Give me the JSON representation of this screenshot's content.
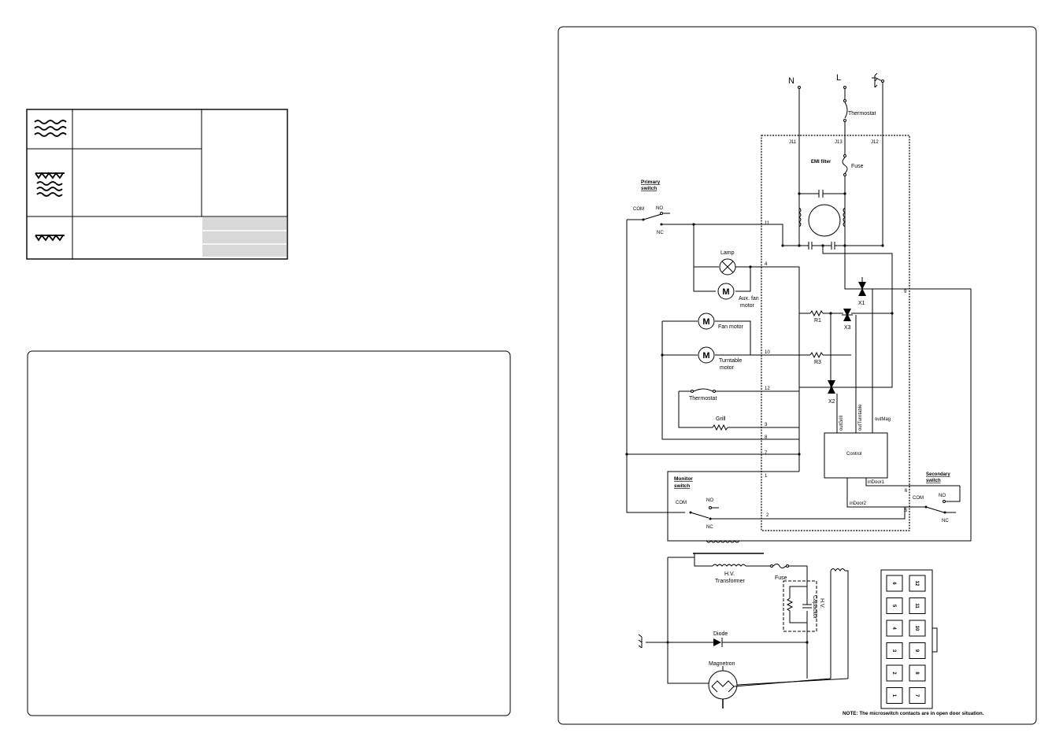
{
  "legend_table": {
    "rows": [
      {
        "icon": "microwave-icon"
      },
      {
        "icon": "microwave-grill-icon"
      },
      {
        "icon": "grill-icon"
      }
    ]
  },
  "schematic": {
    "mains": {
      "n": "N",
      "l": "L"
    },
    "thermostat_top": "Thermostat",
    "fuse_top": "Fuse",
    "emi_filter": "EMI filter",
    "connectors": {
      "j11": "J11",
      "j13": "J13",
      "j12": "J12"
    },
    "primary_switch": {
      "title1": "Primary",
      "title2": "switch",
      "com": "COM",
      "no": "NO",
      "nc": "NC"
    },
    "lamp": "Lamp",
    "aux_fan_1": "Aux. fan",
    "aux_fan_2": "motor",
    "motor_symbol": "M",
    "fan_motor": "Fan motor",
    "turntable_1": "Turntable",
    "turntable_2": "motor",
    "thermostat_grill": "Thermostat",
    "grill": "Grill",
    "r1": "R1",
    "r3": "R3",
    "x1": "X1",
    "x2": "X2",
    "x3": "X3",
    "out_grill": "outGrill",
    "out_turntable": "outTurntable",
    "out_mag": "outMag",
    "control": "Control",
    "in_door1": "inDoor1",
    "in_door2": "inDoor2",
    "monitor_switch": {
      "title1": "Monitor",
      "title2": "switch",
      "com": "COM",
      "no": "NO",
      "nc": "NC"
    },
    "secondary_switch": {
      "title1": "Secondary",
      "title2": "switch",
      "com": "COM",
      "no": "NO",
      "nc": "NC"
    },
    "pins": {
      "p11": "11",
      "p4": "4",
      "p10": "10",
      "p12": "12",
      "p3": "3",
      "p8": "8",
      "p7": "7",
      "p1": "1",
      "p2": "2",
      "p9": "9",
      "p6": "6",
      "p5": "5"
    },
    "hv_transformer_1": "H.V.",
    "hv_transformer_2": "Transformer",
    "hv_fuse": "Fuse",
    "hv_capacitor_1": "H.V.",
    "hv_capacitor_2": "Capacitor",
    "diode": "Diode",
    "magnetron": "Magnetron",
    "connector_pins": [
      [
        "6",
        "12"
      ],
      [
        "5",
        "11"
      ],
      [
        "4",
        "10"
      ],
      [
        "3",
        "9"
      ],
      [
        "2",
        "8"
      ],
      [
        "1",
        "7"
      ]
    ],
    "note": "NOTE: The microswitch contacts are in open door situation."
  }
}
